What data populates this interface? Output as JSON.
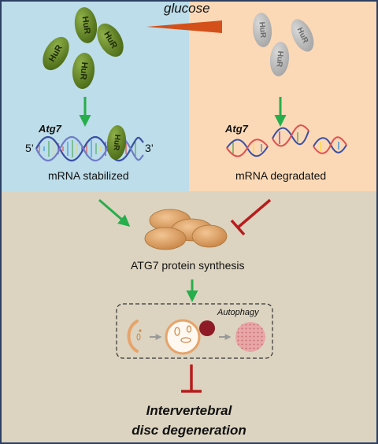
{
  "colors": {
    "left_panel_bg": "#bcdde9",
    "right_panel_bg": "#fbd9b7",
    "bottom_bg": "#dcd4c0",
    "border": "#2d3f63",
    "hur_active_fill": "#5a7a1d",
    "hur_inactive_fill": "#b4b4b4",
    "hur_active_text": "#1c2a05",
    "hur_inactive_text": "#6c6c6c",
    "glucose_wedge": "#d4501a",
    "protein_fill": "#d79a5c",
    "arrow_green": "#27ae4c",
    "inhibit_red": "#b71c1c",
    "lysosome_red": "#8e1b25",
    "autolysosome_pink": "#e49a9a"
  },
  "labels": {
    "hur": "HuR",
    "glucose": "glucose",
    "atg7_gene": "Atg7",
    "five_prime": "5’",
    "three_prime": "3’",
    "mrna_stabilized": "mRNA stabilized",
    "mrna_degradated": "mRNA degradated",
    "protein_synthesis": "ATG7 protein synthesis",
    "autophagy": "Autophagy",
    "outcome_line1": "Intervertebral",
    "outcome_line2": "disc degeneration"
  }
}
